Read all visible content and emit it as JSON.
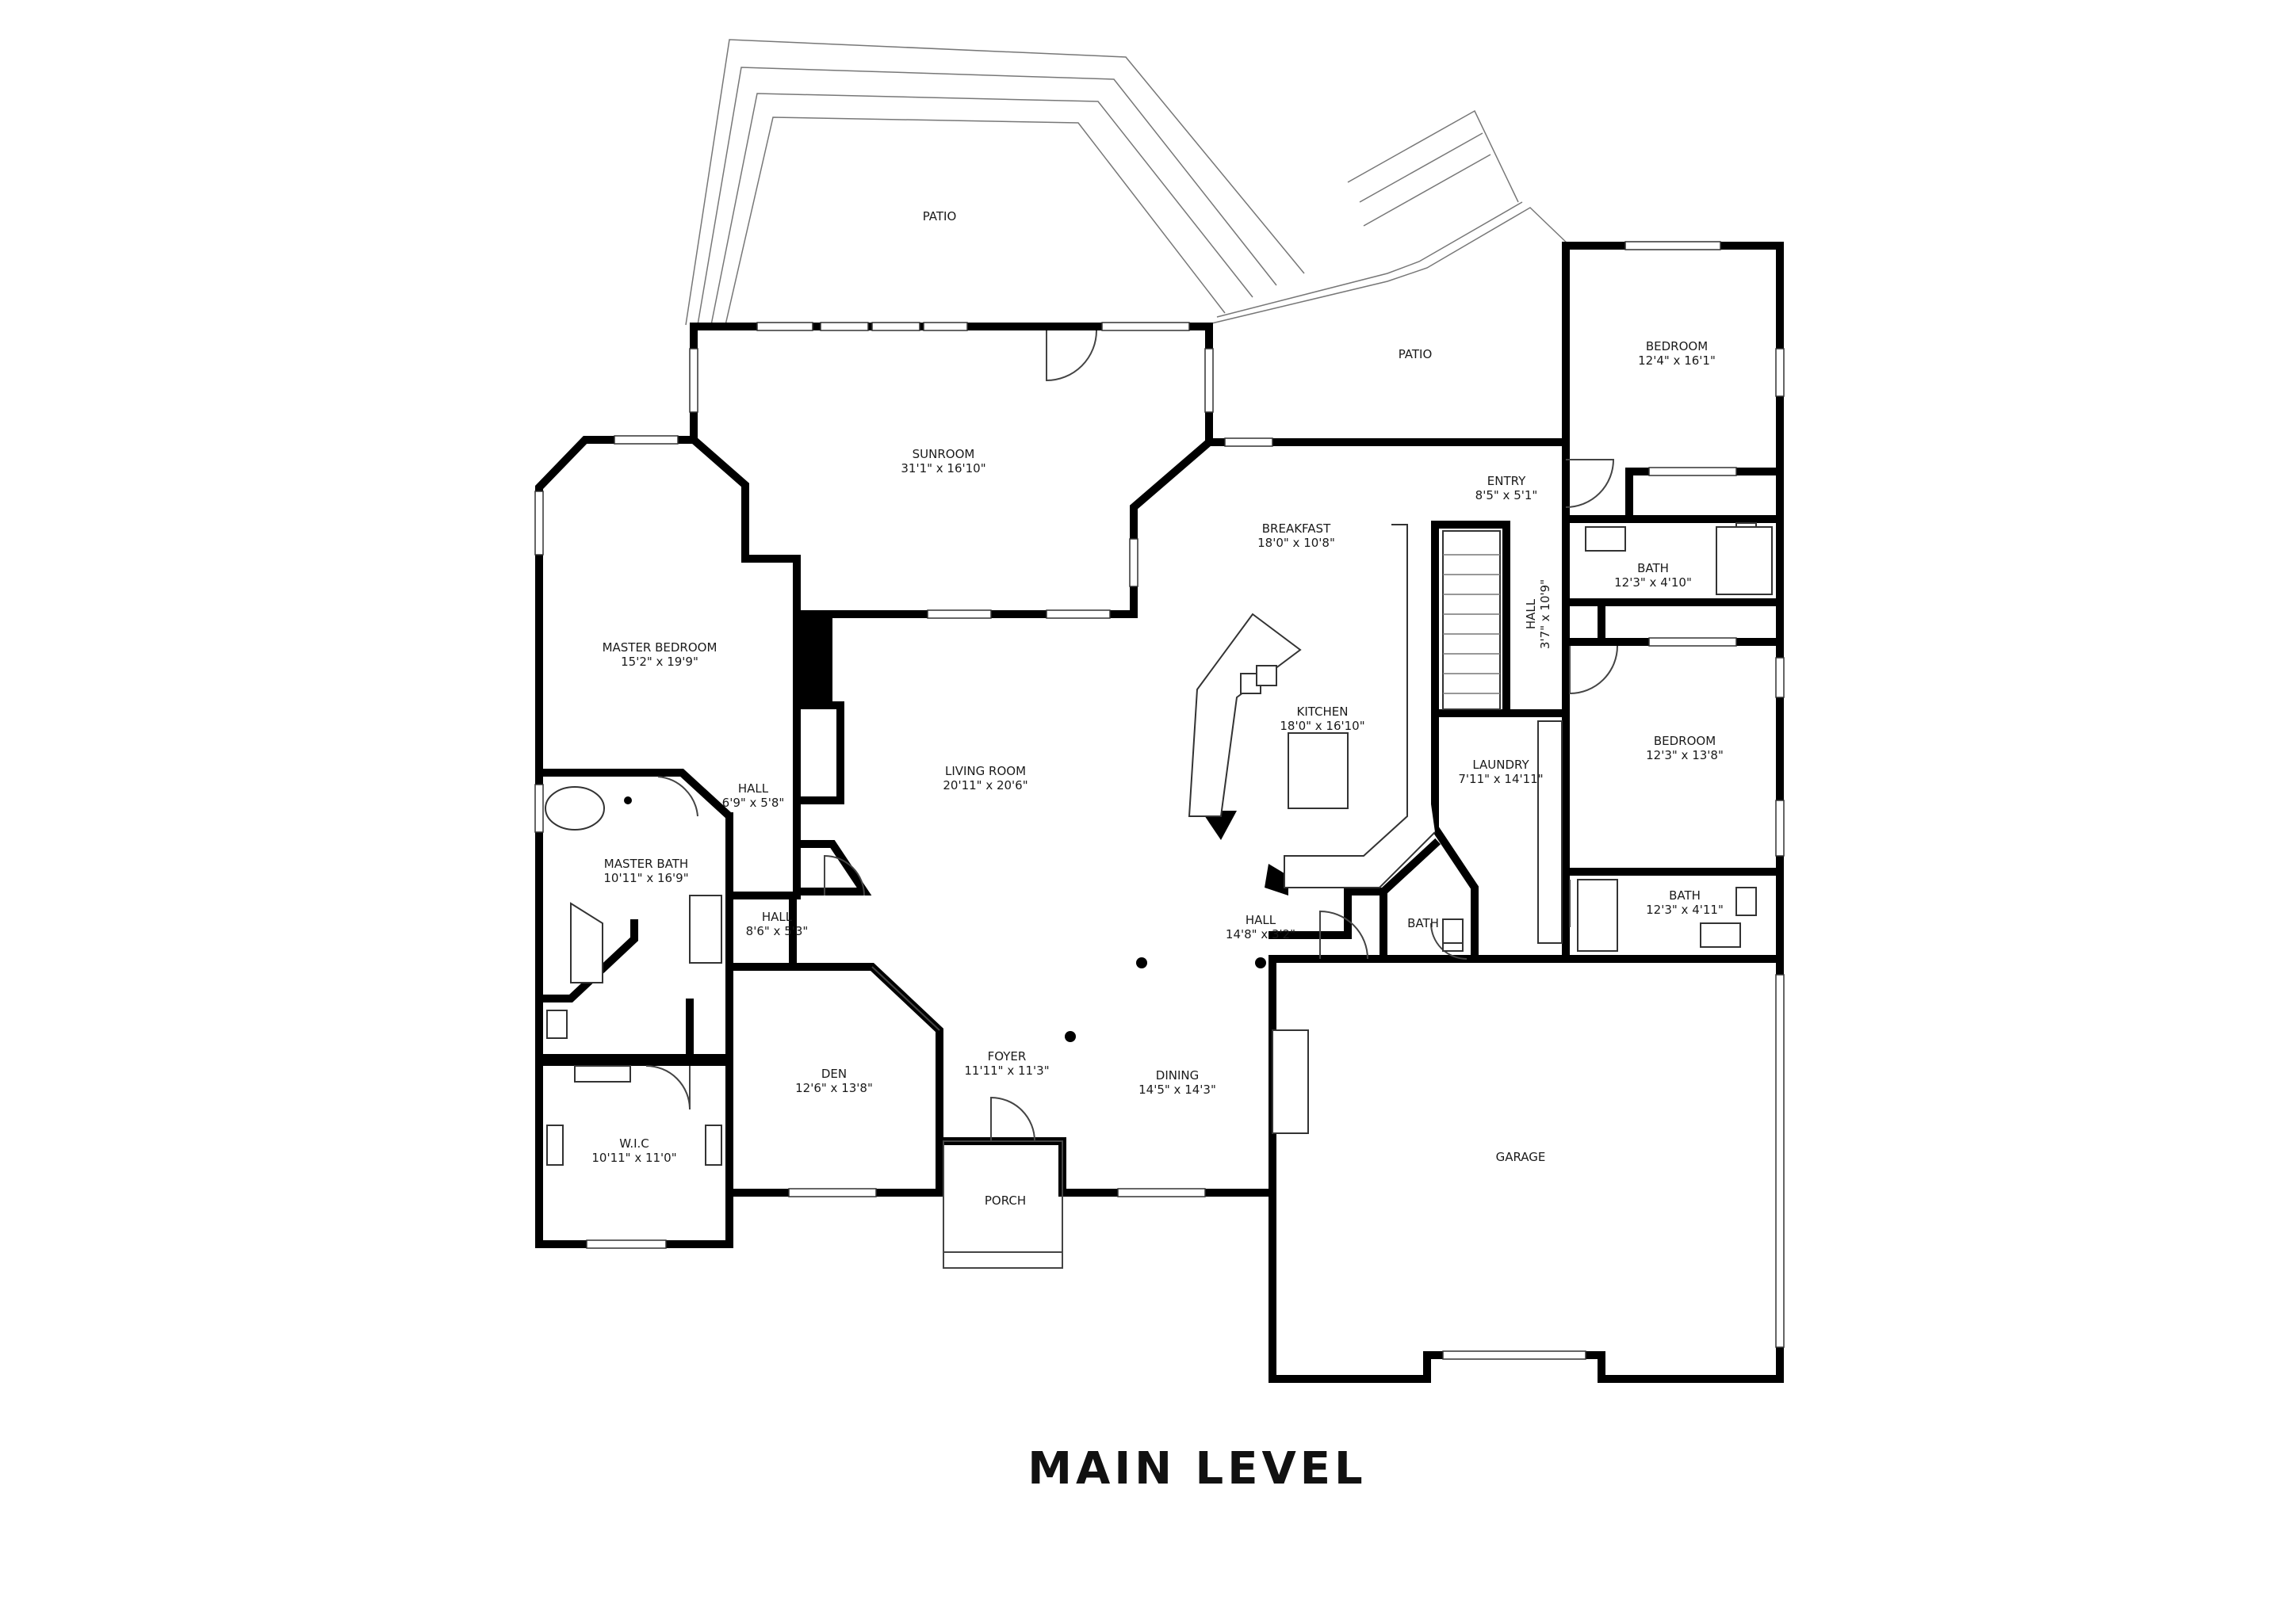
{
  "plan": {
    "title": "MAIN LEVEL",
    "rooms": [
      {
        "id": "patio-1",
        "name": "PATIO",
        "dims": ""
      },
      {
        "id": "patio-2",
        "name": "PATIO",
        "dims": ""
      },
      {
        "id": "sunroom",
        "name": "SUNROOM",
        "dims": "31'1\" x 16'10\""
      },
      {
        "id": "bedroom-1",
        "name": "BEDROOM",
        "dims": "12'4\" x 16'1\""
      },
      {
        "id": "entry",
        "name": "ENTRY",
        "dims": "8'5\" x 5'1\""
      },
      {
        "id": "breakfast",
        "name": "BREAKFAST",
        "dims": "18'0\" x 10'8\""
      },
      {
        "id": "bath-1",
        "name": "BATH",
        "dims": "12'3\" x 4'10\""
      },
      {
        "id": "master-bedroom",
        "name": "MASTER BEDROOM",
        "dims": "15'2\" x 19'9\""
      },
      {
        "id": "kitchen",
        "name": "KITCHEN",
        "dims": "18'0\" x 16'10\""
      },
      {
        "id": "bedroom-2",
        "name": "BEDROOM",
        "dims": "12'3\" x 13'8\""
      },
      {
        "id": "living-room",
        "name": "LIVING ROOM",
        "dims": "20'11\" x 20'6\""
      },
      {
        "id": "hall-1",
        "name": "HALL",
        "dims": "6'9\" x 5'8\""
      },
      {
        "id": "laundry",
        "name": "LAUNDRY",
        "dims": "7'11\" x 14'11\""
      },
      {
        "id": "master-bath",
        "name": "MASTER BATH",
        "dims": "10'11\" x 16'9\""
      },
      {
        "id": "bath-2",
        "name": "BATH",
        "dims": "12'3\" x 4'11\""
      },
      {
        "id": "hall-2",
        "name": "HALL",
        "dims": "8'6\" x 5'3\""
      },
      {
        "id": "hall-3",
        "name": "HALL",
        "dims": "14'8\" x 3'2\""
      },
      {
        "id": "bath-3",
        "name": "BATH",
        "dims": ""
      },
      {
        "id": "den",
        "name": "DEN",
        "dims": "12'6\" x 13'8\""
      },
      {
        "id": "foyer",
        "name": "FOYER",
        "dims": "11'11\" x 11'3\""
      },
      {
        "id": "dining",
        "name": "DINING",
        "dims": "14'5\" x 14'3\""
      },
      {
        "id": "garage",
        "name": "GARAGE",
        "dims": ""
      },
      {
        "id": "wic",
        "name": "W.I.C",
        "dims": "10'11\" x 11'0\""
      },
      {
        "id": "porch",
        "name": "PORCH",
        "dims": ""
      }
    ],
    "hall_vertical": {
      "name": "HALL",
      "dims": "3'7\" x 10'9\""
    }
  }
}
